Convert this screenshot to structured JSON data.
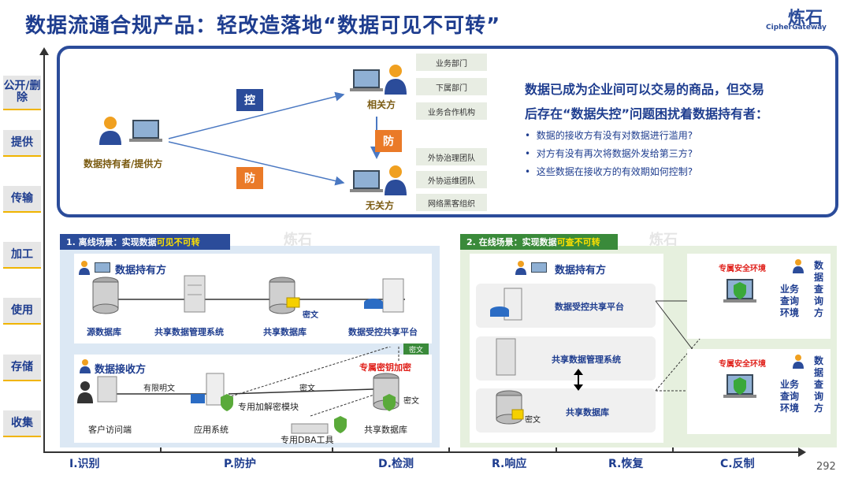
{
  "title": "数据流通合规产品：轻改造落地“数据可见不可转”",
  "logo": {
    "cn": "炼石",
    "en": "CipherGateway"
  },
  "vertical_stages": [
    "公开/删除",
    "提供",
    "传输",
    "加工",
    "使用",
    "存储",
    "收集"
  ],
  "horizontal_stages": [
    "I.识别",
    "P.防护",
    "D.检测",
    "R.响应",
    "R.恢复",
    "C.反制"
  ],
  "top": {
    "holder": "数据持有者/提供方",
    "control": "控",
    "protect1": "防",
    "protect2": "防",
    "related": "相关方",
    "unrelated": "无关方",
    "related_items": [
      "业务部门",
      "下属部门",
      "业务合作机构"
    ],
    "unrelated_items": [
      "外协治理团队",
      "外协运维团队",
      "网络黑客组织"
    ],
    "headline_1": "数据已成为企业间可以交易的商品，但交易",
    "headline_2": "后存在“数据失控”问题困扰着数据持有者：",
    "bullets": [
      "数据的接收方有没有对数据进行滥用?",
      "对方有没有再次将数据外发给第三方?",
      "这些数据在接收方的有效期如何控制?"
    ]
  },
  "offline": {
    "ribbon_prefix": "1. 离线场景：实现数据",
    "ribbon_highlight": "可见不可转",
    "holder_title": "数据持有方",
    "holder_nodes": [
      "源数据库",
      "共享数据管理系统",
      "共享数据库",
      "数据受控共享平台"
    ],
    "cipher_label": "密文",
    "cipher_tag": "密文",
    "receiver_title": "数据接收方",
    "exclusive_key": "专属密钥加密",
    "limited_plain": "有限明文",
    "cipher2": "密文",
    "client": "客户访问端",
    "app": "应用系统",
    "module": "专用加解密模块",
    "dba": "专用DBA工具",
    "shared_db": "共享数据库",
    "cipher3": "密文"
  },
  "online": {
    "ribbon_prefix": "2. 在线场景：实现数据",
    "ribbon_highlight": "可查不可转",
    "holder_title": "数据持有方",
    "platform": "数据受控共享平台",
    "mgmt": "共享数据管理系统",
    "db": "共享数据库",
    "cipher": "密文",
    "env_label_1": "专属安全环境",
    "env_label_2": "专属安全环境",
    "env_text_1": "业务查询环境",
    "env_text_2": "业务查询环境",
    "query_1": "数据查询方",
    "query_2": "数据查询方"
  },
  "page_number": "292"
}
